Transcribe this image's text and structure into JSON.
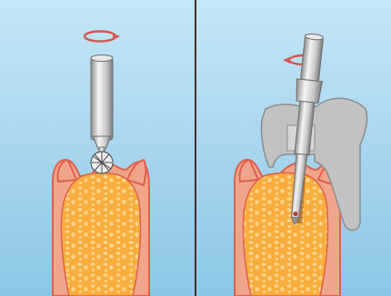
{
  "colors": {
    "sky_top": "#c4e6f6",
    "sky_bottom": "#8cc6e6",
    "divider": "#4a2c26",
    "gum": "#f0a58a",
    "gum_edge": "#e0604c",
    "bone": "#f9ad3c",
    "bone_pores": "#fcd68f",
    "metal_light": "#f2f2f2",
    "metal_dark": "#8a8a8a",
    "guide": "#bdbdbd",
    "rotation_arrow": "#d9534f"
  },
  "panels": [
    {
      "id": "left",
      "tool": "round-bur",
      "rotation_icon": "rotation-arrow-icon"
    },
    {
      "id": "right",
      "tool": "drill-with-surgical-guide",
      "rotation_icon": "rotation-arrow-icon"
    }
  ]
}
